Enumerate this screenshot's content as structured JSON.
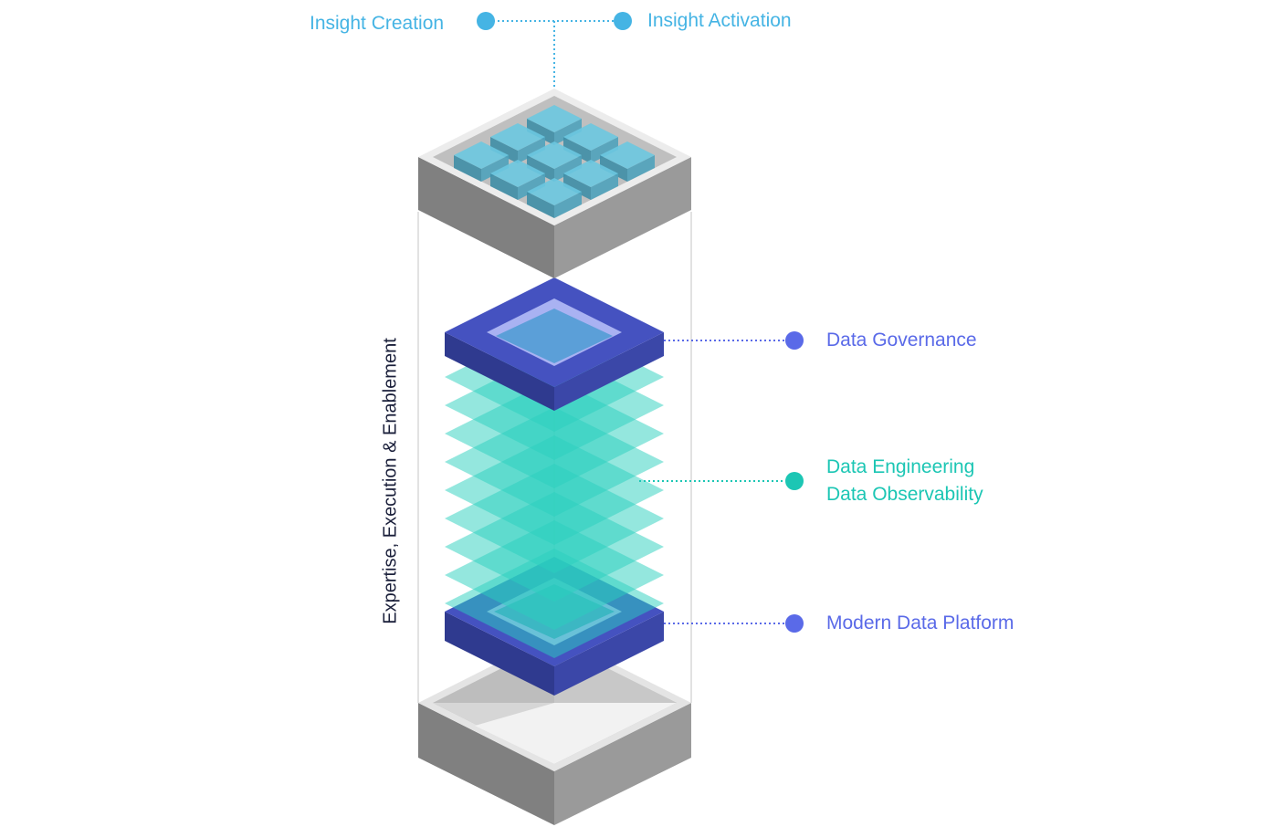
{
  "labels": {
    "insight_creation": "Insight Creation",
    "insight_activation": "Insight Activation",
    "data_governance": "Data Governance",
    "data_engineering": "Data Engineering",
    "data_observability": "Data Observability",
    "modern_data_platform": "Modern Data Platform",
    "vertical_label": "Expertise, Execution & Enablement"
  },
  "colors": {
    "insight": "#45b4e4",
    "governance": "#5a6ae8",
    "engineering": "#1cc6b4",
    "gray_light": "#c4c4c4",
    "gray_mid": "#9a9a9a",
    "gray_dark": "#7d7d7d",
    "navy": "#2f3a8f",
    "indigo": "#4552c0",
    "teal": "#2ad0bd",
    "cube": "#5ab8d2"
  }
}
